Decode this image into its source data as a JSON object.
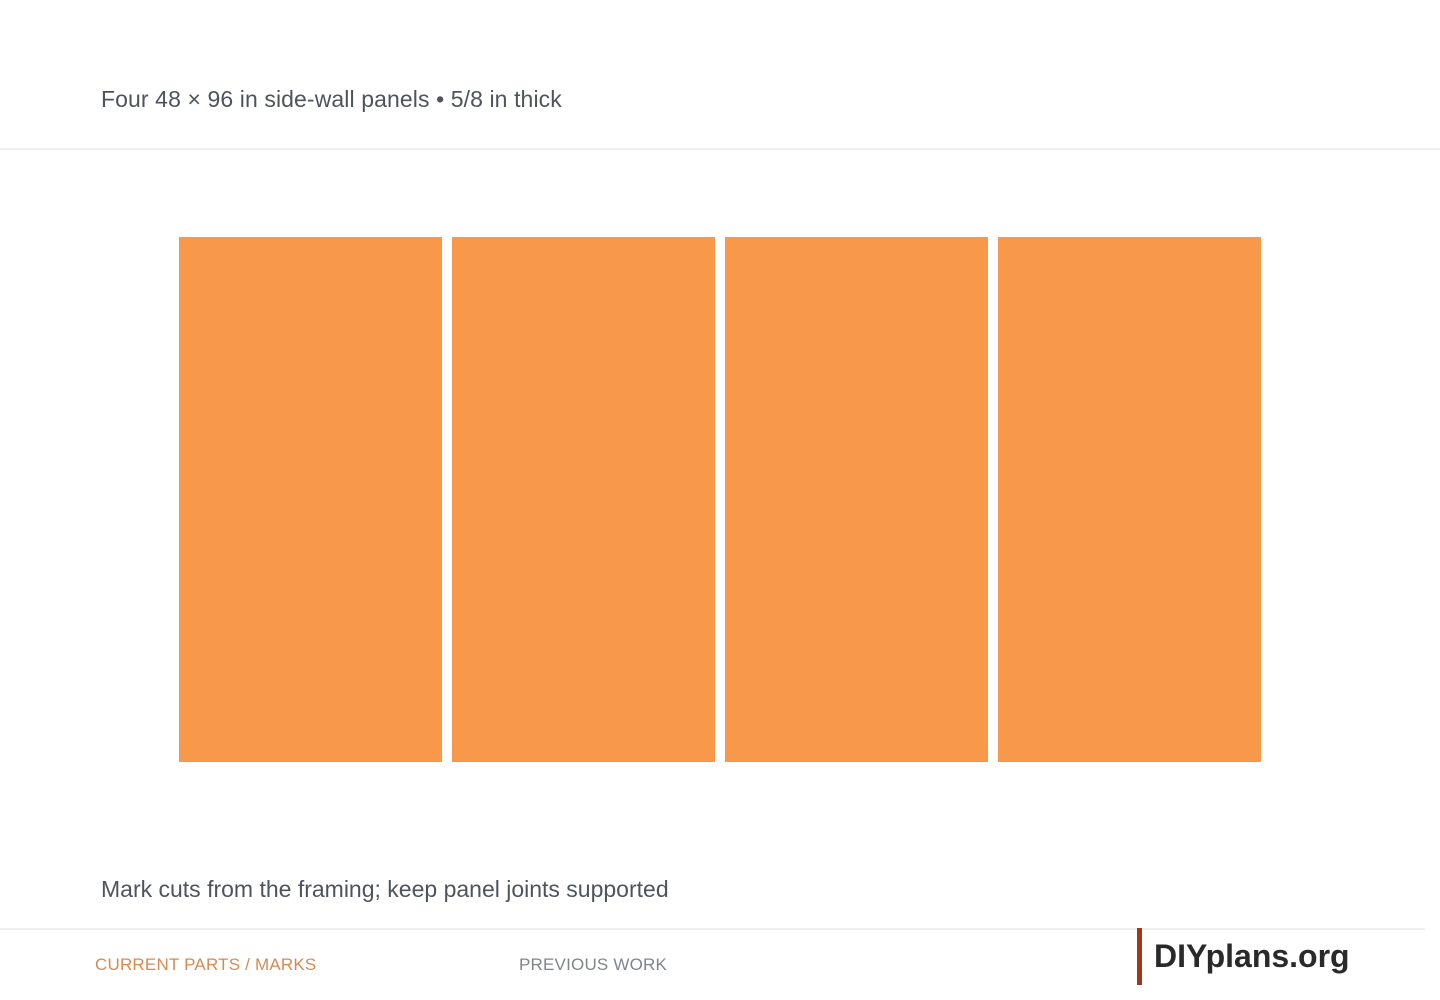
{
  "header": {
    "title": "Four 48 × 96 in side-wall panels • 5/8 in thick"
  },
  "panels": {
    "count": 4,
    "color": "#f7984a"
  },
  "note": "Mark cuts from the framing; keep panel joints supported",
  "footer": {
    "tabs": [
      {
        "label": "CURRENT PARTS / MARKS",
        "active": true
      },
      {
        "label": "PREVIOUS WORK",
        "active": false
      }
    ],
    "brand": "DIYplans.org"
  },
  "colors": {
    "accent": "#d38a55",
    "panel": "#f7984a",
    "brand_bar": "#9b3a1e"
  }
}
